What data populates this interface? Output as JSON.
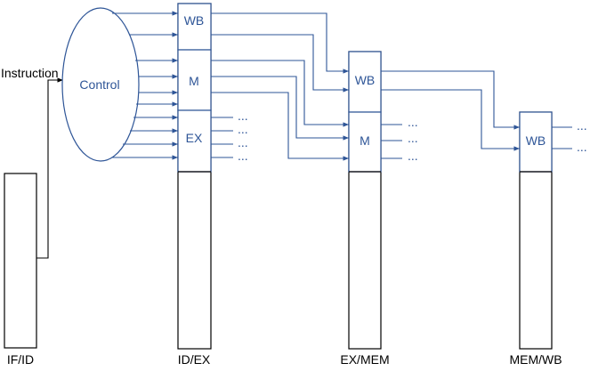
{
  "diagram": {
    "instruction_label": "Instruction",
    "control_label": "Control",
    "ellipsis": "...",
    "id_ex": {
      "wb": "WB",
      "m": "M",
      "ex": "EX",
      "label": "ID/EX"
    },
    "ex_mem": {
      "wb": "WB",
      "m": "M",
      "label": "EX/MEM"
    },
    "mem_wb": {
      "wb": "WB",
      "label": "MEM/WB"
    },
    "if_id_label": "IF/ID"
  },
  "colors": {
    "accent_blue": "#2e5597",
    "register_fill": "#ffffff",
    "outline_black": "#000000"
  }
}
